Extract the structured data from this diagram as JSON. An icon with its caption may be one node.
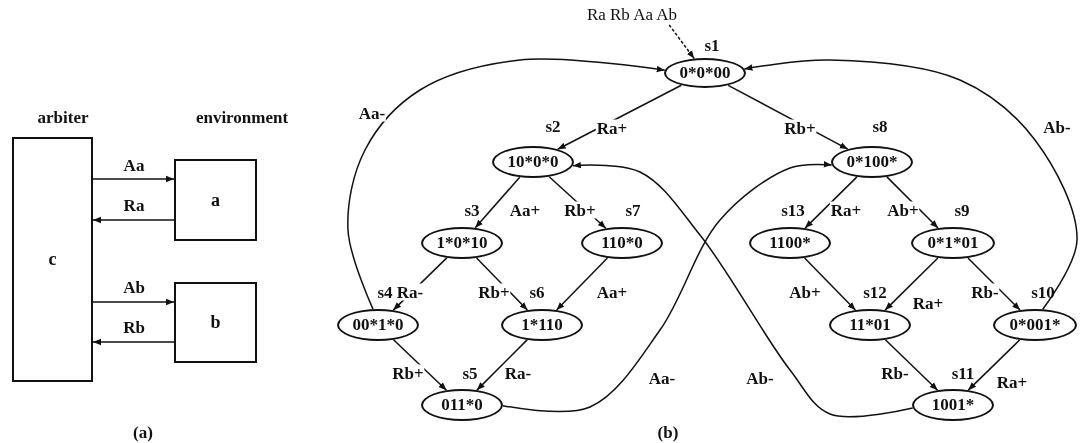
{
  "diagram": {
    "nodes": [
      {
        "text": [
          "c"
        ],
        "beside": [
          "arbiter"
        ]
      },
      {
        "text": [
          "a"
        ]
      },
      {
        "text": [
          "b"
        ]
      },
      {
        "text": [
          "0*0*00"
        ],
        "beside": [
          "s1"
        ]
      },
      {
        "text": [
          "10*0*0"
        ],
        "beside": [
          "s2"
        ]
      },
      {
        "text": [
          "1*0*10"
        ],
        "beside": [
          "s3"
        ]
      },
      {
        "text": [
          "00*1*0"
        ],
        "beside": [
          "s4"
        ]
      },
      {
        "text": [
          "011*0"
        ],
        "beside": [
          "s5"
        ]
      },
      {
        "text": [
          "1*110"
        ],
        "beside": [
          "s6"
        ]
      },
      {
        "text": [
          "110*0"
        ],
        "beside": [
          "s7"
        ]
      },
      {
        "text": [
          "0*100*"
        ],
        "beside": [
          "s8"
        ]
      },
      {
        "text": [
          "0*1*01"
        ],
        "beside": [
          "s9"
        ]
      },
      {
        "text": [
          "0*001*"
        ],
        "beside": [
          "s10"
        ]
      },
      {
        "text": [
          "1001*"
        ],
        "beside": [
          "s11"
        ]
      },
      {
        "text": [
          "11*01"
        ],
        "beside": [
          "s12"
        ]
      },
      {
        "text": [
          "1100*"
        ],
        "beside": [
          "s13"
        ]
      },
      {
        "text": [
          "Ra Rb Aa Ab"
        ]
      }
    ],
    "edges": [
      {
        "from": 0,
        "to": 1,
        "arrow": "to",
        "label": "Aa"
      },
      {
        "from": 1,
        "to": 0,
        "arrow": "to",
        "label": "Ra"
      },
      {
        "from": 0,
        "to": 2,
        "arrow": "to",
        "label": "Ab"
      },
      {
        "from": 2,
        "to": 0,
        "arrow": "to",
        "label": "Rb"
      },
      {
        "from": 16,
        "to": 3,
        "arrow": "to",
        "style": "dashed"
      },
      {
        "from": 3,
        "to": 4,
        "arrow": "to",
        "label": "Ra+"
      },
      {
        "from": 3,
        "to": 10,
        "arrow": "to",
        "label": "Rb+"
      },
      {
        "from": 4,
        "to": 5,
        "arrow": "to",
        "label": "Aa+"
      },
      {
        "from": 4,
        "to": 9,
        "arrow": "to",
        "label": "Rb+"
      },
      {
        "from": 5,
        "to": 6,
        "arrow": "to",
        "label": "Ra-"
      },
      {
        "from": 5,
        "to": 8,
        "arrow": "to",
        "label": "Rb+"
      },
      {
        "from": 9,
        "to": 8,
        "arrow": "to",
        "label": "Aa+"
      },
      {
        "from": 6,
        "to": 7,
        "arrow": "to",
        "label": "Rb+"
      },
      {
        "from": 8,
        "to": 7,
        "arrow": "to",
        "label": "Ra-"
      },
      {
        "from": 6,
        "to": 3,
        "arrow": "to",
        "label": "Aa-"
      },
      {
        "from": 7,
        "to": 10,
        "arrow": "to",
        "label": "Aa-"
      },
      {
        "from": 10,
        "to": 15,
        "arrow": "to",
        "label": "Ra+"
      },
      {
        "from": 10,
        "to": 11,
        "arrow": "to",
        "label": "Ab+"
      },
      {
        "from": 15,
        "to": 14,
        "arrow": "to",
        "label": "Ab+"
      },
      {
        "from": 11,
        "to": 14,
        "arrow": "to",
        "label": "Ra+"
      },
      {
        "from": 11,
        "to": 12,
        "arrow": "to",
        "label": "Rb-"
      },
      {
        "from": 14,
        "to": 13,
        "arrow": "to",
        "label": "Rb-"
      },
      {
        "from": 12,
        "to": 13,
        "arrow": "to",
        "label": "Ra+"
      },
      {
        "from": 12,
        "to": 3,
        "arrow": "to",
        "label": "Ab-"
      },
      {
        "from": 13,
        "to": 4,
        "arrow": "to",
        "label": "Ab-"
      }
    ],
    "labels": [
      "environment",
      "(a)",
      "(b)"
    ]
  }
}
